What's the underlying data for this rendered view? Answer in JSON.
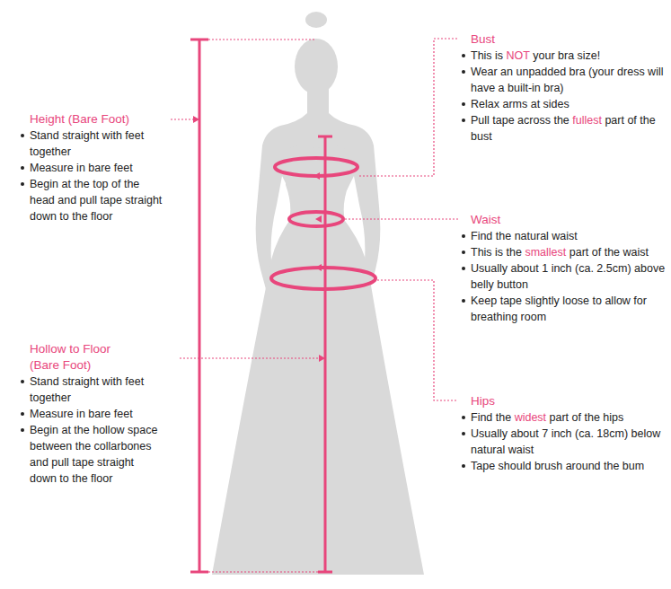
{
  "diagram": {
    "labels": [
      "Height (Bare Foot)",
      "Stand straight with feet together",
      "Measure in bare feet",
      "Begin at the top of the head and pull tape straight down to the floor",
      "Hollow to Floor (Bare Foot)",
      "Stand straight with feet together",
      "Measure in bare feet",
      "Begin at the hollow space between the collarbones and pull tape straight down to the floor",
      "Bust",
      "This is NOT your bra size!",
      "Wear an unpadded bra (your dress will have a built-in bra)",
      "Relax arms at sides",
      "Pull tape across the fullest part of the bust",
      "Waist",
      "Find the natural waist",
      "This is the smallest part of the waist",
      "Usually about 1 inch (ca. 2.5cm) above belly button",
      "Keep tape slightly loose to allow for breathing room",
      "Hips",
      "Find the widest part of the hips",
      "Usually about 7 inch (ca. 18cm) below natural waist",
      "Tape should brush around the bum"
    ]
  }
}
